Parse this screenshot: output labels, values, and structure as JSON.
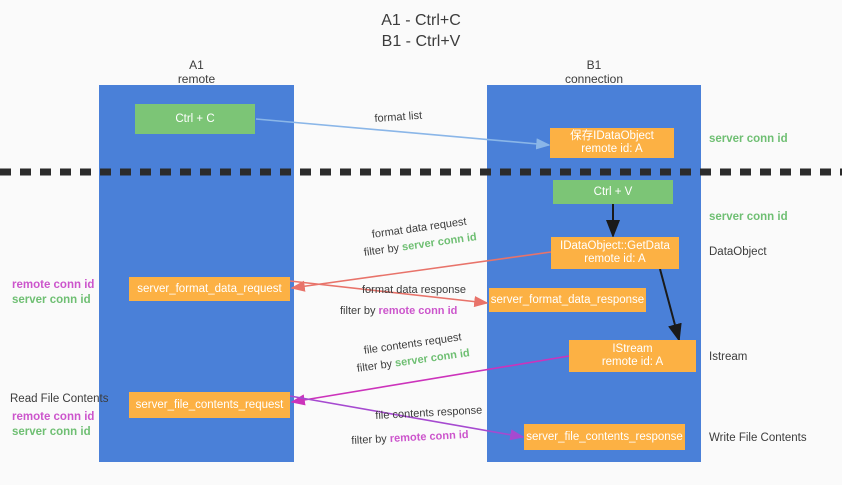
{
  "title": "A1 - Ctrl+C\nB1 - Ctrl+V",
  "lanes": [
    {
      "name": "A1",
      "sub": "remote"
    },
    {
      "name": "B1",
      "sub": "connection"
    }
  ],
  "nodes": {
    "ctrl_c": "Ctrl + C",
    "save_idataobject": "保存IDataObject\nremote id: A",
    "ctrl_v": "Ctrl + V",
    "getdata": "IDataObject::GetData\nremote id: A",
    "server_format_data_request": "server_format_data_request",
    "server_format_data_response": "server_format_data_response",
    "istream": "IStream\nremote id: A",
    "server_file_contents_request": "server_file_contents_request",
    "server_file_contents_response": "server_file_contents_response"
  },
  "edges": {
    "format_list": "format list",
    "format_data_request": "format data request",
    "format_data_request_filter_prefix": "filter by ",
    "format_data_request_filter_key": "server conn id",
    "format_data_response": "format data response",
    "format_data_response_filter_prefix": "filter by ",
    "format_data_response_filter_key": "remote conn id",
    "file_contents_request": "file contents request",
    "file_contents_request_filter_prefix": "filter by ",
    "file_contents_request_filter_key": "server conn id",
    "file_contents_response": "file contents response",
    "file_contents_response_filter_prefix": "filter by ",
    "file_contents_response_filter_key": "remote conn id"
  },
  "annotations": {
    "right_server_conn_id_1": "server conn id",
    "right_server_conn_id_2": "server conn id",
    "right_dataobject": "DataObject",
    "right_istream": "Istream",
    "right_write_file_contents": "Write File Contents",
    "left_remote_conn_id_1": "remote conn id",
    "left_server_conn_id_1": "server conn id",
    "left_read_file_contents": "Read File Contents",
    "left_remote_conn_id_2": "remote conn id",
    "left_server_conn_id_2": "server conn id"
  },
  "colors": {
    "lane": "#4a80d8",
    "green_node": "#7cc576",
    "orange_node": "#fcb144",
    "server_conn_id": "#6fbf73",
    "remote_conn_id": "#cc55cc",
    "arrow_blue": "#8ab6e8",
    "arrow_red": "#e8736a",
    "arrow_magenta": "#cc33bb",
    "arrow_purple": "#a64ad0",
    "arrow_black": "#1a1a1a",
    "background": "#fafafa"
  }
}
